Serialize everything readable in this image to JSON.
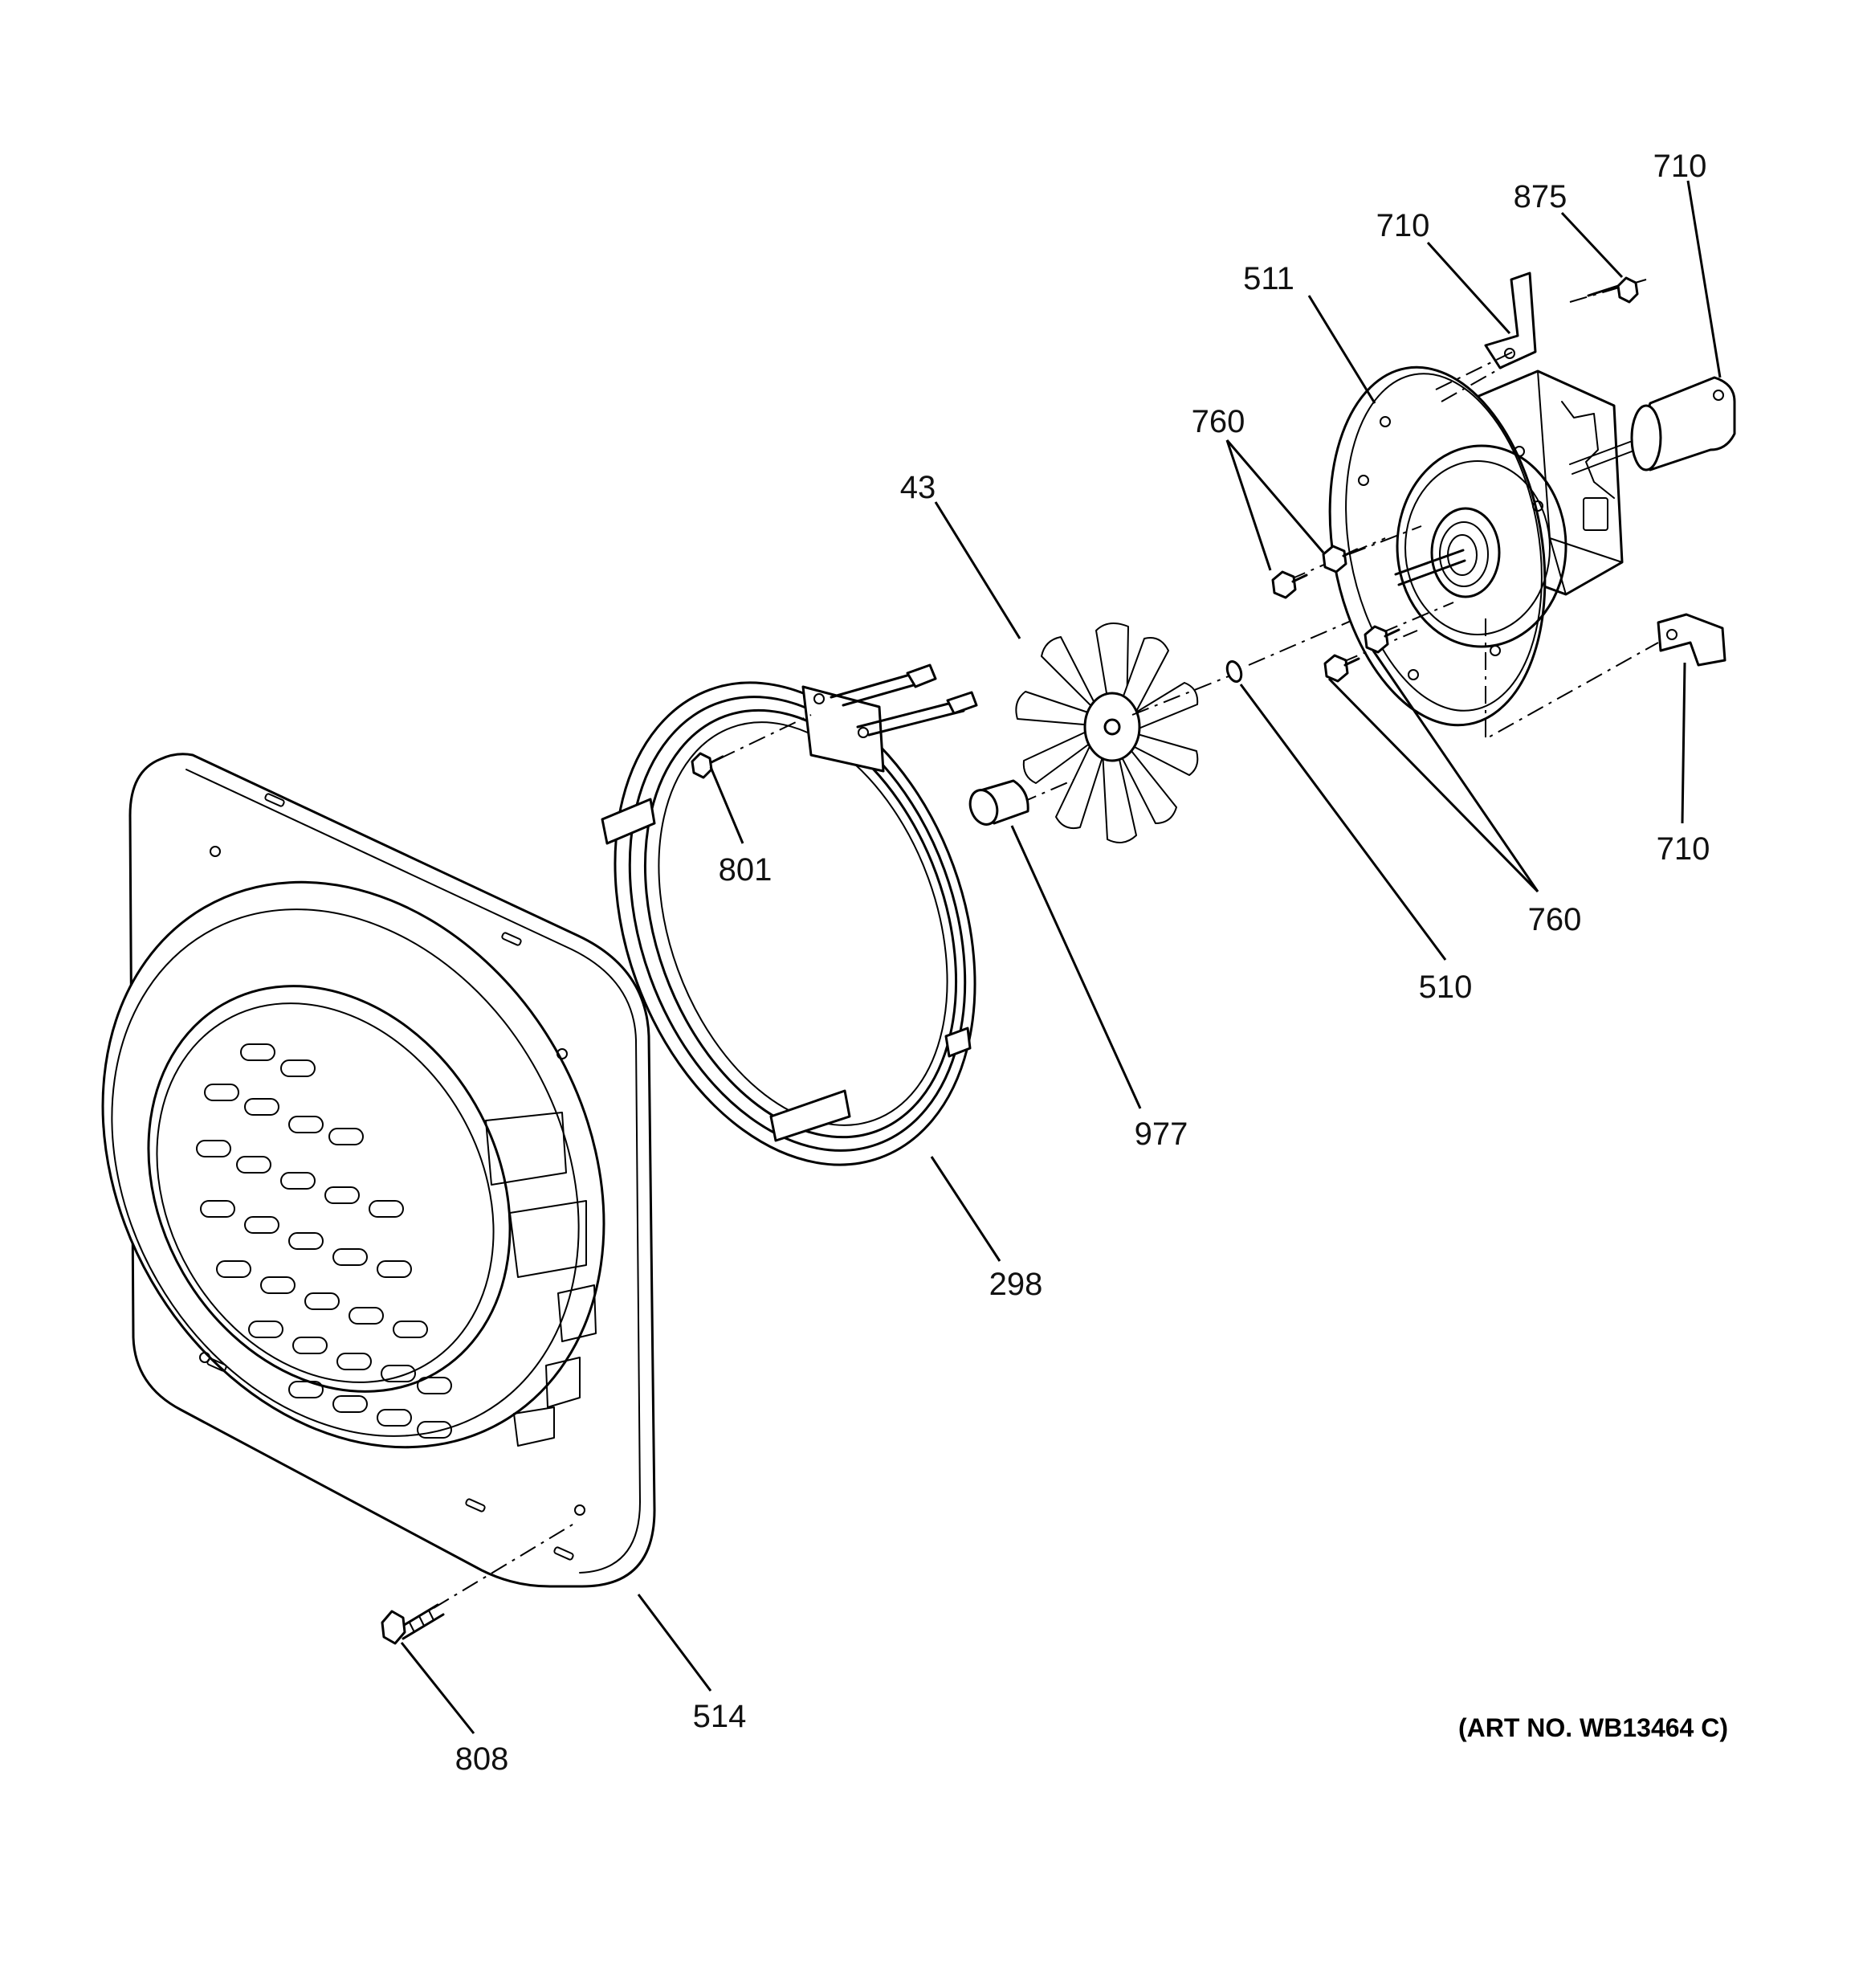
{
  "diagram": {
    "art_number": "(ART NO. WB13464 C)",
    "callouts": {
      "c710_top_right": "710",
      "c875": "875",
      "c710_bracket_top": "710",
      "c511": "511",
      "c760_upper": "760",
      "c43": "43",
      "c801": "801",
      "c710_bracket_bottom": "710",
      "c760_lower": "760",
      "c510": "510",
      "c977": "977",
      "c298": "298",
      "c514": "514",
      "c808": "808"
    }
  }
}
